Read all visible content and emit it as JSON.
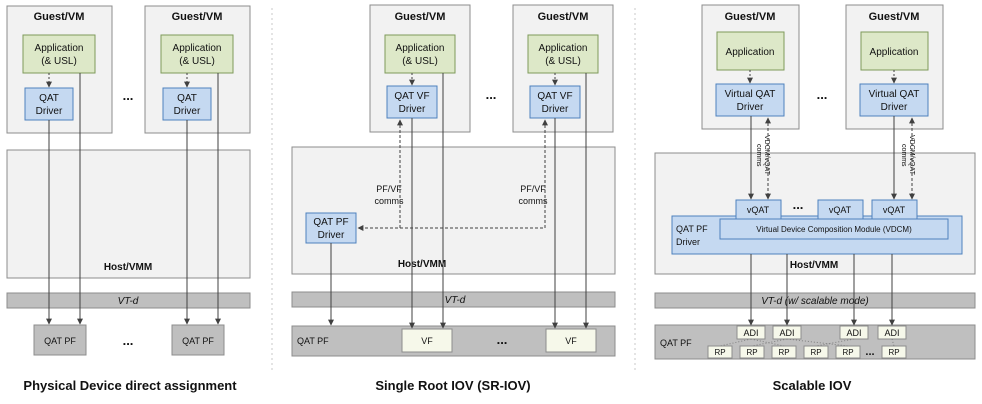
{
  "panel1": {
    "guest1_label": "Guest/VM",
    "guest2_label": "Guest/VM",
    "app1_line1": "Application",
    "app1_line2": "(& USL)",
    "app2_line1": "Application",
    "app2_line2": "(& USL)",
    "drv1_line1": "QAT",
    "drv1_line2": "Driver",
    "drv2_line1": "QAT",
    "drv2_line2": "Driver",
    "guest_ellipsis": "...",
    "host_label": "Host/VMM",
    "vtd_label": "VT-d",
    "pf1_label": "QAT PF",
    "pf2_label": "QAT PF",
    "pf_ellipsis": "...",
    "caption": "Physical Device direct assignment"
  },
  "panel2": {
    "guest1_label": "Guest/VM",
    "guest2_label": "Guest/VM",
    "app1_line1": "Application",
    "app1_line2": "(& USL)",
    "app2_line1": "Application",
    "app2_line2": "(& USL)",
    "vf_drv1_line1": "QAT VF",
    "vf_drv1_line2": "Driver",
    "vf_drv2_line1": "QAT VF",
    "vf_drv2_line2": "Driver",
    "guest_ellipsis": "...",
    "comms1_line1": "PF/VF",
    "comms1_line2": "comms",
    "comms2_line1": "PF/VF",
    "comms2_line2": "comms",
    "pf_drv_line1": "QAT PF",
    "pf_drv_line2": "Driver",
    "host_label": "Host/VMM",
    "vtd_label": "VT-d",
    "qatpf_label": "QAT PF",
    "vf1_label": "VF",
    "vf2_label": "VF",
    "vf_ellipsis": "...",
    "caption": "Single Root IOV (SR-IOV)"
  },
  "panel3": {
    "guest1_label": "Guest/VM",
    "guest2_label": "Guest/VM",
    "app1_label": "Application",
    "app2_label": "Application",
    "vdrv1_line1": "Virtual QAT",
    "vdrv1_line2": "Driver",
    "vdrv2_line1": "Virtual QAT",
    "vdrv2_line2": "Driver",
    "guest_ellipsis": "...",
    "comms1_line1": "VDCM/vQAT",
    "comms1_line2": "comms",
    "comms2_line1": "VDCM/vQAT",
    "comms2_line2": "comms",
    "vqat1": "vQAT",
    "vqat2": "vQAT",
    "vqat3": "vQAT",
    "vqat_ellipsis": "...",
    "pf_drv_line1": "QAT PF",
    "pf_drv_line2": "Driver",
    "vdcm_label": "Virtual Device Composition Module (VDCM)",
    "host_label": "Host/VMM",
    "vtd_label": "VT-d (w/ scalable mode)",
    "qatpf_label": "QAT PF",
    "adi1": "ADI",
    "adi2": "ADI",
    "adi3": "ADI",
    "adi4": "ADI",
    "rp1": "RP",
    "rp2": "RP",
    "rp3": "RP",
    "rp4": "RP",
    "rp5": "RP",
    "rp6": "RP",
    "rp_ellipsis": "...",
    "caption": "Scalable IOV"
  },
  "colors": {
    "app_fill": "#dde8c8",
    "app_stroke": "#7f9a5a",
    "driver_fill": "#c5d9f1",
    "driver_stroke": "#4f81bd",
    "box_fill": "#f2f2f2",
    "box_stroke": "#8c8c8c",
    "bar_fill": "#bfbfbf",
    "leaf_fill": "#f6f8ea",
    "arrow": "#404040"
  }
}
